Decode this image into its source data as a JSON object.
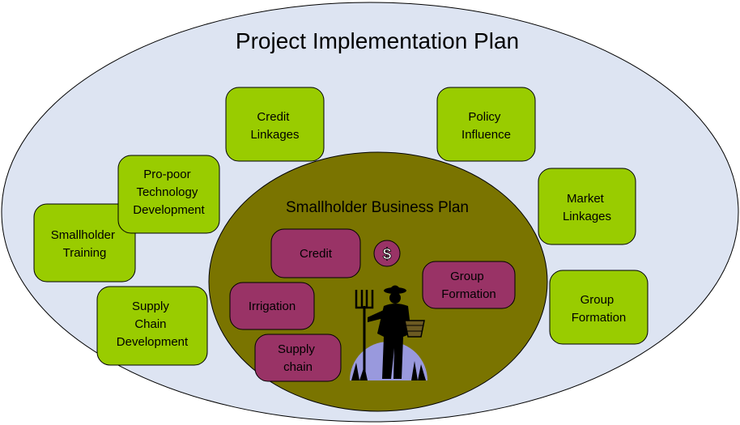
{
  "colors": {
    "outer_fill": "#dde4f2",
    "inner_fill": "#7a7400",
    "green_box": "#99cc00",
    "purple_box": "#993366",
    "outline": "#000000",
    "sun_fill": "#9999dd"
  },
  "outer": {
    "title": "Project Implementation Plan",
    "boxes": [
      {
        "id": "credit-linkages",
        "lines": [
          "Credit",
          "Linkages"
        ]
      },
      {
        "id": "policy-influence",
        "lines": [
          "Policy",
          "Influence"
        ]
      },
      {
        "id": "pro-poor-technology",
        "lines": [
          "Pro-poor",
          "Technology",
          "Development"
        ]
      },
      {
        "id": "smallholder-training",
        "lines": [
          "Smallholder",
          "Training"
        ]
      },
      {
        "id": "market-linkages",
        "lines": [
          "Market",
          "Linkages"
        ]
      },
      {
        "id": "supply-chain-development",
        "lines": [
          "Supply",
          "Chain",
          "Development"
        ]
      },
      {
        "id": "group-formation-outer",
        "lines": [
          "Group",
          "Formation"
        ]
      }
    ]
  },
  "inner": {
    "title": "Smallholder Business Plan",
    "boxes": [
      {
        "id": "credit",
        "lines": [
          "Credit"
        ]
      },
      {
        "id": "group-formation-inner",
        "lines": [
          "Group",
          "Formation"
        ]
      },
      {
        "id": "irrigation",
        "lines": [
          "Irrigation"
        ]
      },
      {
        "id": "supply-chain",
        "lines": [
          "Supply",
          "chain"
        ]
      }
    ],
    "coin_symbol": "$",
    "farmer_icon": "farmer-with-pitchfork-icon"
  }
}
